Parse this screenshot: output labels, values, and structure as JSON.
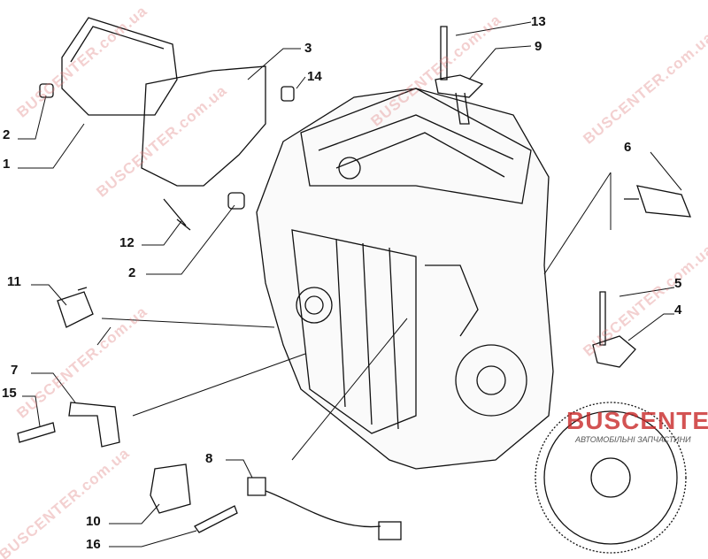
{
  "callouts": [
    "13",
    "9",
    "3",
    "14",
    "2",
    "1",
    "6",
    "12",
    "2",
    "11",
    "5",
    "4",
    "7",
    "15",
    "8",
    "10",
    "16"
  ],
  "watermark": "BUSCENTER.com.ua",
  "logo": {
    "name": "BUSCENTER",
    "tagline": "АВТОМОБІЛЬНІ ЗАПЧАСТИНИ",
    "color": "#c82828"
  }
}
